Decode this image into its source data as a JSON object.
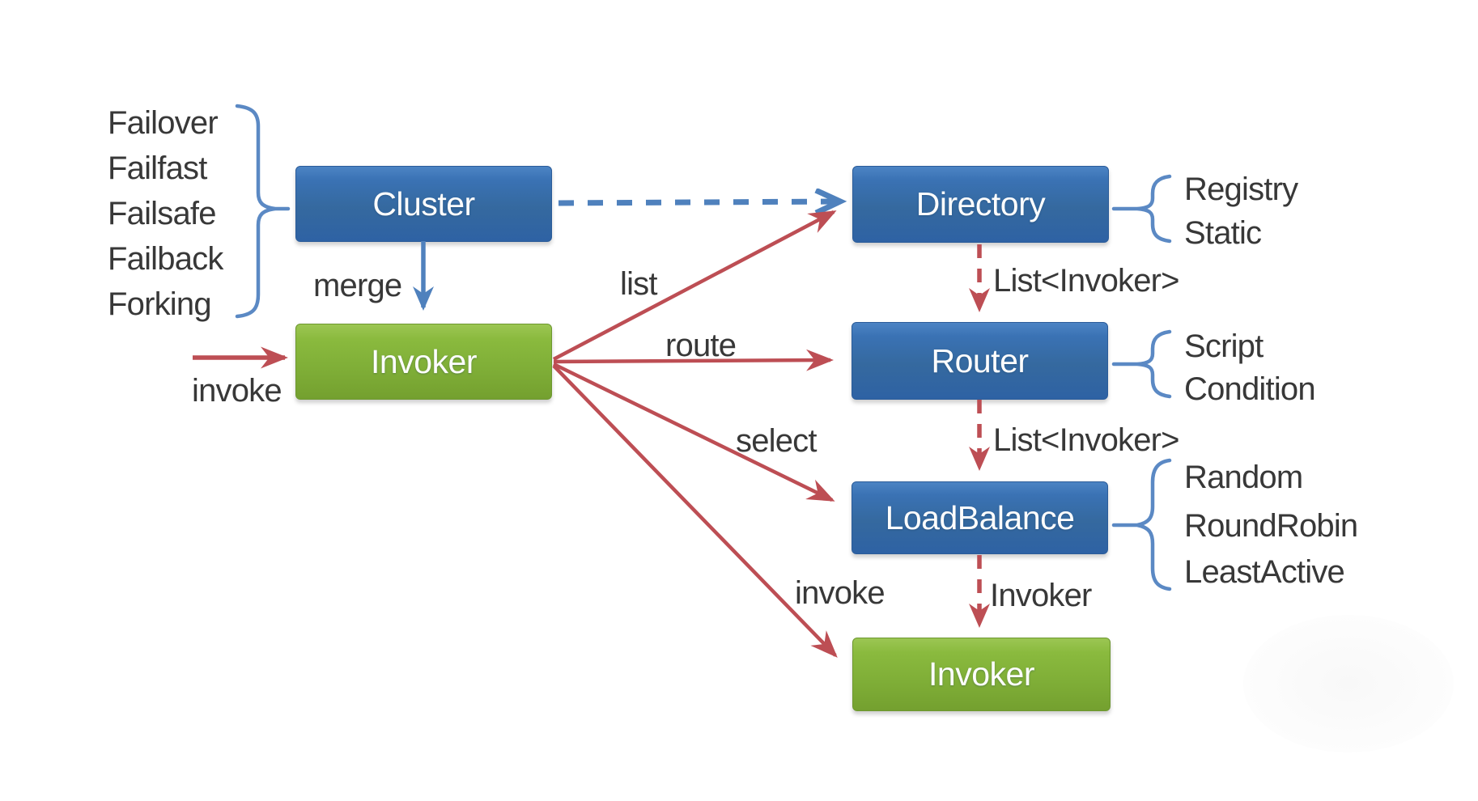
{
  "diagram": {
    "title_semantic": "dubbo-cluster-fault-tolerance-architecture",
    "colors": {
      "box_blue_top": "#4c84c4",
      "box_blue_bottom": "#2e62a4",
      "box_green_top": "#9cc653",
      "box_green_bottom": "#74a02f",
      "arrow_red": "#bd4e54",
      "arrow_blue": "#4f81bd",
      "brace_blue": "#5b89c4",
      "label_text": "#383838",
      "box_text": "#fdfdfd",
      "background": "#ffffff"
    },
    "boxes": [
      {
        "id": "cluster",
        "label": "Cluster",
        "color": "blue"
      },
      {
        "id": "invoker-main",
        "label": "Invoker",
        "color": "green"
      },
      {
        "id": "directory",
        "label": "Directory",
        "color": "blue"
      },
      {
        "id": "router",
        "label": "Router",
        "color": "blue"
      },
      {
        "id": "loadbalance",
        "label": "LoadBalance",
        "color": "blue"
      },
      {
        "id": "invoker-result",
        "label": "Invoker",
        "color": "green"
      }
    ],
    "cluster_strategies": {
      "items": [
        "Failover",
        "Failfast",
        "Failsafe",
        "Failback",
        "Forking"
      ]
    },
    "directory_types": {
      "items": [
        "Registry",
        "Static"
      ]
    },
    "router_types": {
      "items": [
        "Script",
        "Condition"
      ]
    },
    "loadbalance_types": {
      "items": [
        "Random",
        "RoundRobin",
        "LeastActive"
      ]
    },
    "edge_labels": {
      "invoke_in": "invoke",
      "merge": "merge",
      "list": "list",
      "route": "route",
      "select": "select",
      "invoke_out": "invoke",
      "list_invoker_1": "List<Invoker>",
      "list_invoker_2": "List<Invoker>",
      "invoker_result": "Invoker"
    }
  }
}
